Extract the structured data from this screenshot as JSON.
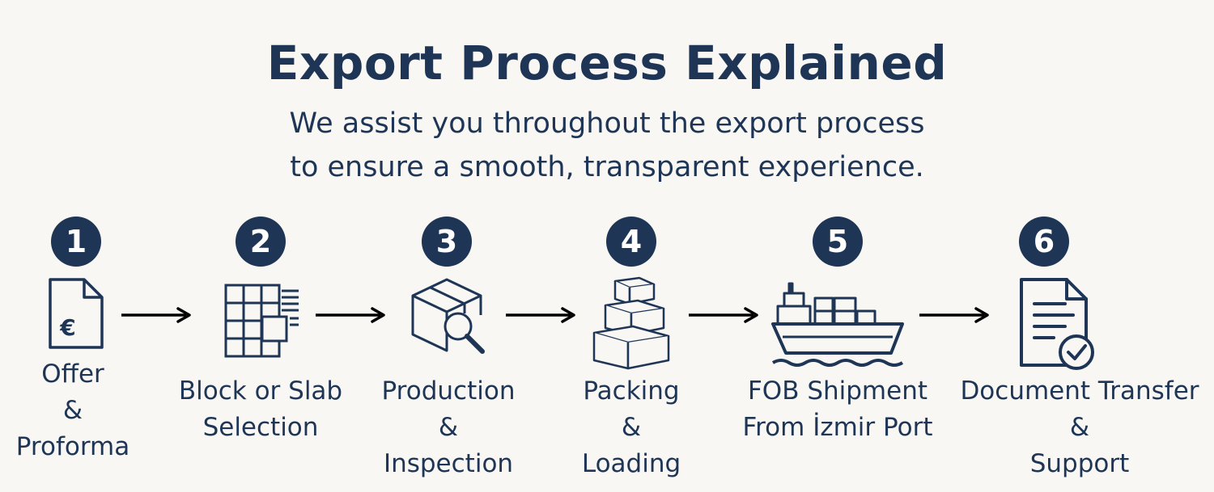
{
  "header": {
    "title": "Export Process Explained",
    "subtitle_line1": "We assist you throughout the export process",
    "subtitle_line2": "to ensure a smooth, transparent experience."
  },
  "colors": {
    "primary": "#1e3556",
    "background": "#f8f7f3"
  },
  "steps": [
    {
      "number": "1",
      "icon": "document-euro-icon",
      "lines": [
        "Offer",
        "&",
        "Proforma"
      ]
    },
    {
      "number": "2",
      "icon": "slab-grid-icon",
      "lines": [
        "Block or Slab",
        "Selection"
      ]
    },
    {
      "number": "3",
      "icon": "box-inspection-icon",
      "lines": [
        "Production",
        "&",
        "Inspection"
      ]
    },
    {
      "number": "4",
      "icon": "stacked-boxes-icon",
      "lines": [
        "Packing",
        "&",
        "Loading"
      ]
    },
    {
      "number": "5",
      "icon": "cargo-ship-icon",
      "lines": [
        "FOB Shipment",
        "From İzmir Port"
      ]
    },
    {
      "number": "6",
      "icon": "document-check-icon",
      "lines": [
        "Document Transfer",
        "&",
        "Support"
      ]
    }
  ]
}
